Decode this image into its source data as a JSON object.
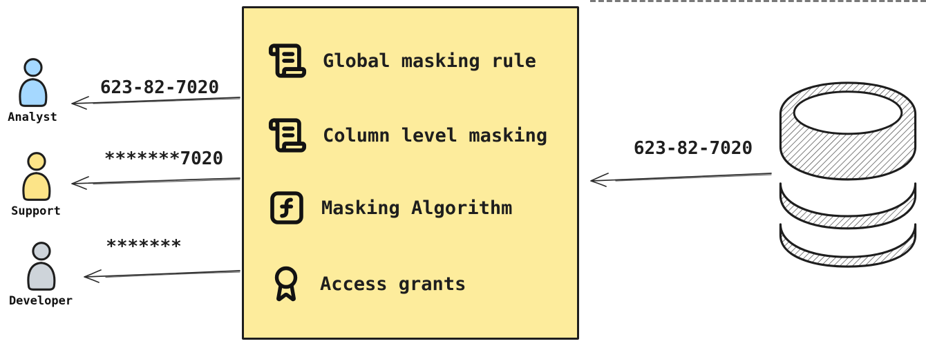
{
  "actors": [
    {
      "icon": "person-icon",
      "label": "Analyst",
      "received_value": "623-82-7020",
      "fill": "#a5d8ff"
    },
    {
      "icon": "person-icon",
      "label": "Support",
      "received_value": "*******7020",
      "fill": "#fce488"
    },
    {
      "icon": "person-icon",
      "label": "Developer",
      "received_value": "*******",
      "fill": "#ced4da"
    }
  ],
  "masking_box": {
    "fill": "#fdec9c",
    "border_color": "#1e1e1e",
    "items": [
      {
        "icon": "scroll-text-icon",
        "label": "Global masking rule"
      },
      {
        "icon": "scroll-text-icon",
        "label": "Column level masking"
      },
      {
        "icon": "function-square-icon",
        "label": "Masking Algorithm"
      },
      {
        "icon": "award-icon",
        "label": "Access grants"
      }
    ]
  },
  "database": {
    "icon": "database-icon",
    "outgoing_value": "623-82-7020"
  }
}
